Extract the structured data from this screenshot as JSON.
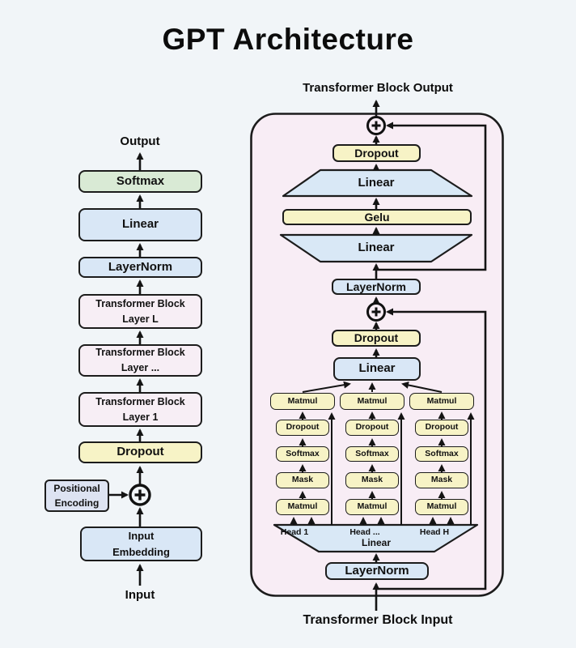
{
  "title": "GPT Architecture",
  "colors": {
    "background": "#f1f5f8",
    "panel": "#f8edf5",
    "yellow_box": "#f7f3c6",
    "blue_box": "#d9e7f6",
    "green_box": "#d9ead5",
    "pink_box": "#f7eef5",
    "lavender_box": "#dde3f2",
    "border": "#1c1c1c"
  },
  "left": {
    "output_label": "Output",
    "softmax": "Softmax",
    "linear": "Linear",
    "layernorm": "LayerNorm",
    "block_layer_l": {
      "line1": "Transformer Block",
      "line2": "Layer L"
    },
    "block_layer_dots": {
      "line1": "Transformer Block",
      "line2": "Layer ..."
    },
    "block_layer_1": {
      "line1": "Transformer Block",
      "line2": "Layer 1"
    },
    "dropout": "Dropout",
    "positional_encoding": {
      "line1": "Positional",
      "line2": "Encoding"
    },
    "input_embedding": {
      "line1": "Input",
      "line2": "Embedding"
    },
    "input_label": "Input"
  },
  "block": {
    "output_label": "Transformer Block Output",
    "dropout_top": "Dropout",
    "linear_proj": "Linear",
    "gelu": "Gelu",
    "linear_expand": "Linear",
    "layernorm_mlp": "LayerNorm",
    "dropout_attn": "Dropout",
    "linear_attn": "Linear",
    "heads": {
      "stack": [
        "Matmul",
        "Dropout",
        "Softmax",
        "Mask",
        "Matmul"
      ],
      "labels": [
        "Head 1",
        "Head ...",
        "Head H"
      ],
      "linear": "Linear"
    },
    "layernorm_in": "LayerNorm",
    "input_label": "Transformer Block Input"
  }
}
